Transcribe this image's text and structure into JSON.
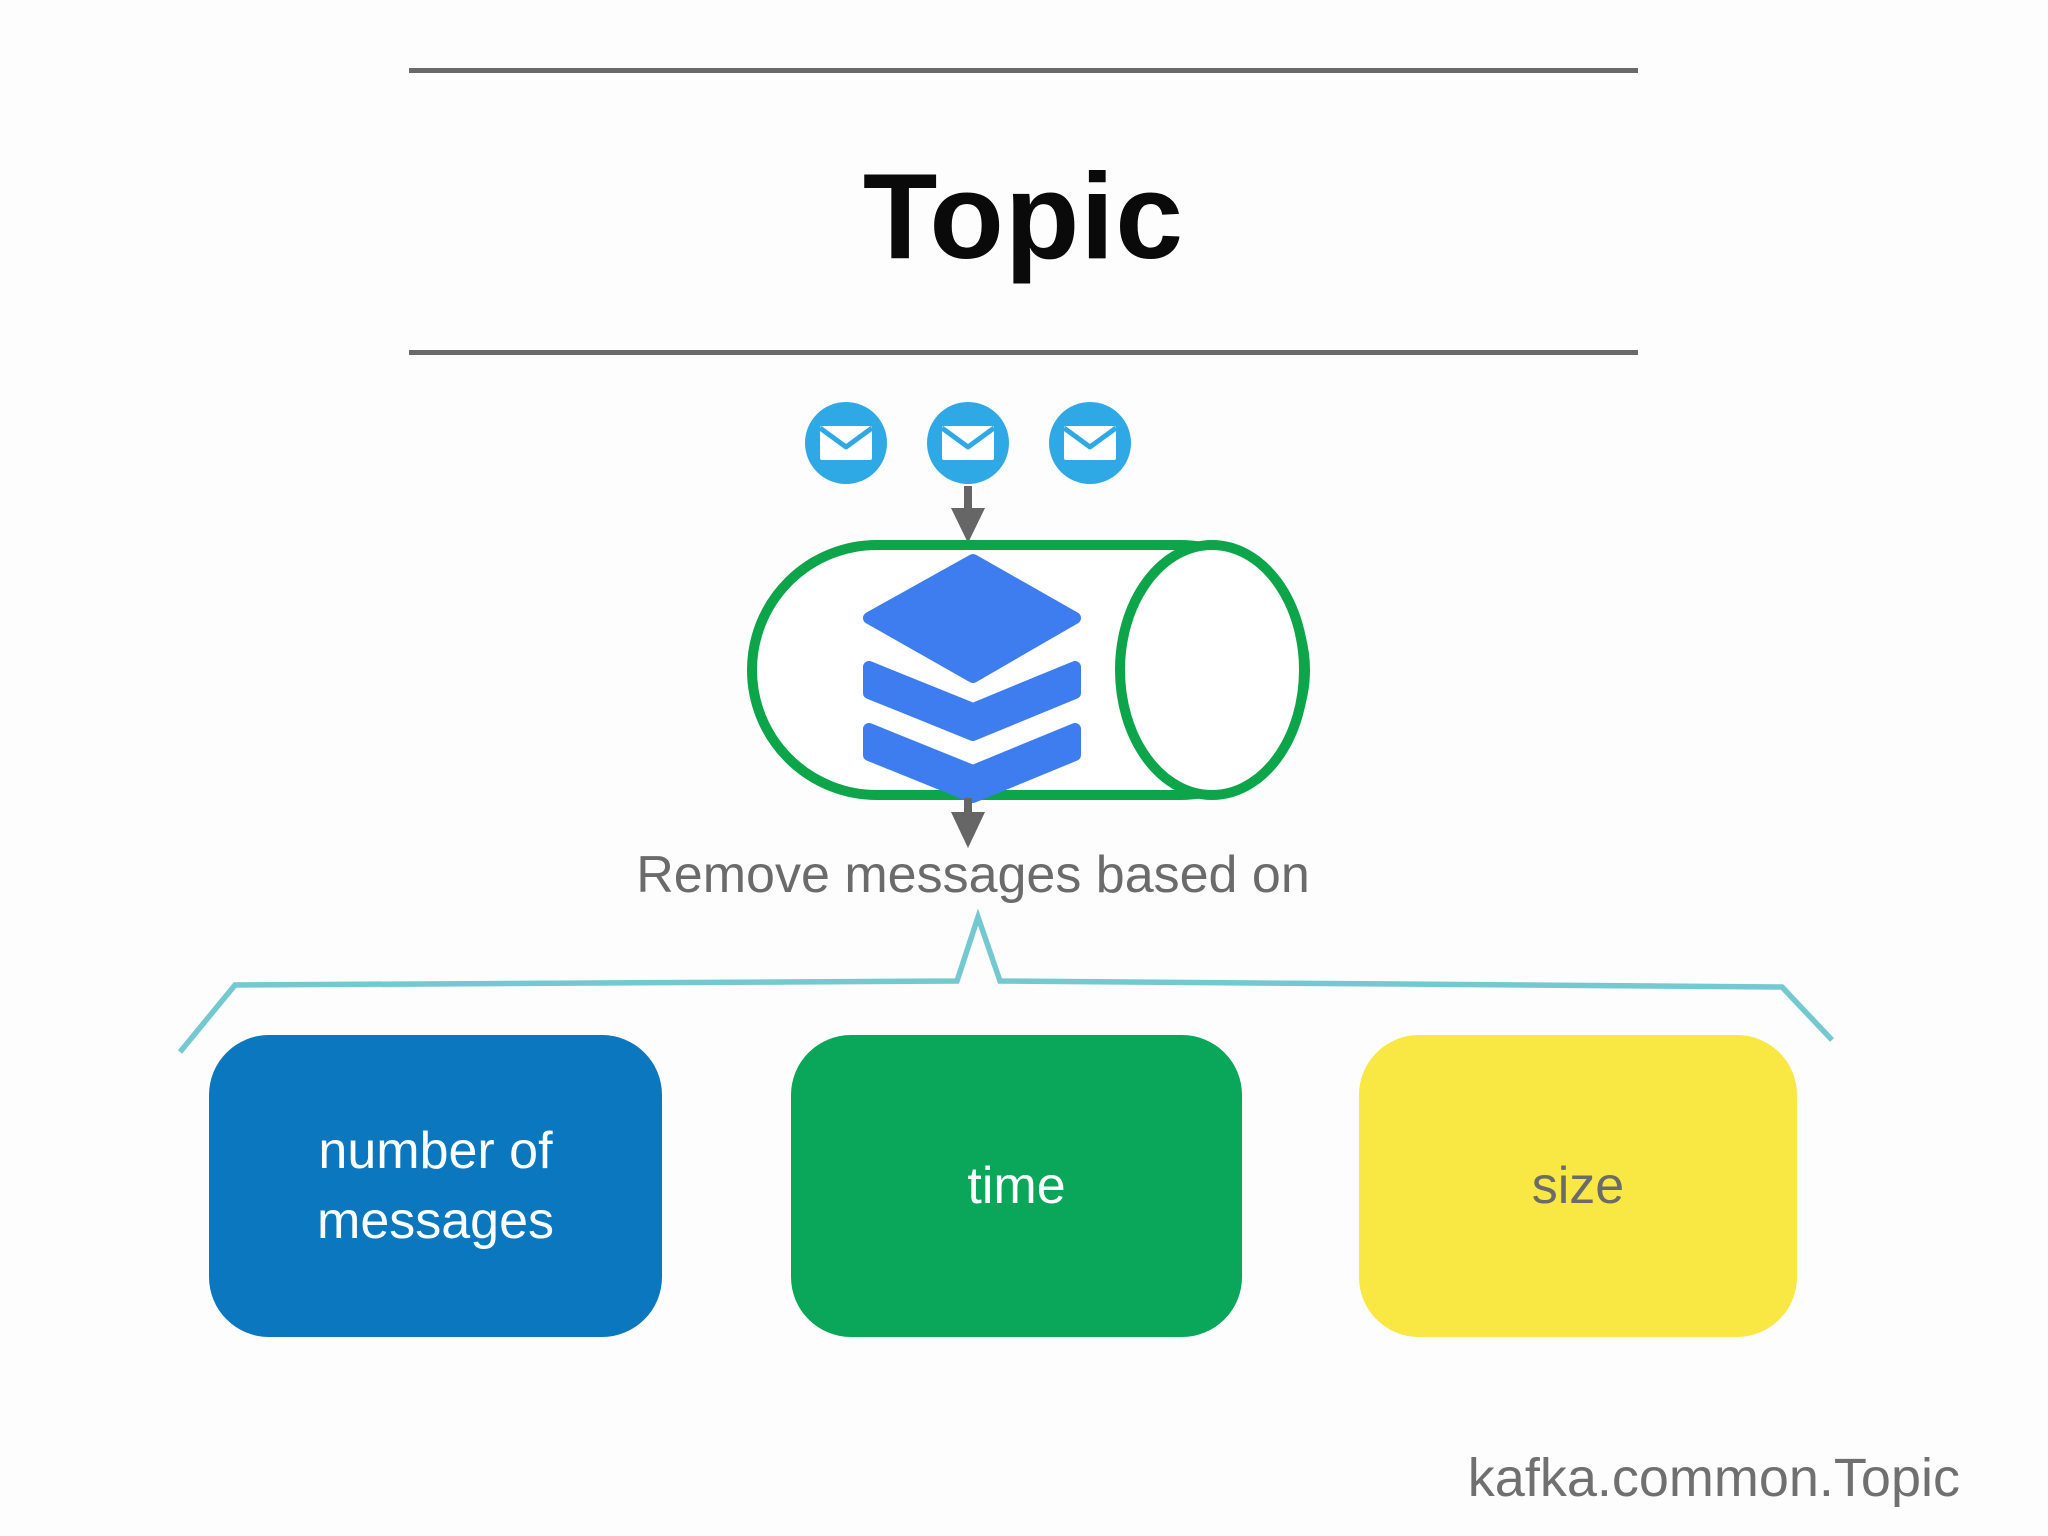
{
  "title": "Topic",
  "flow": {
    "remove_label": "Remove messages based on"
  },
  "criteria_boxes": [
    {
      "label": "number of messages",
      "color": "#0b77be",
      "text_color": "#ffffff"
    },
    {
      "label": "time",
      "color": "#0aa65a",
      "text_color": "#ffffff"
    },
    {
      "label": "size",
      "color": "#f9e843",
      "text_color": "#6b6b6b"
    }
  ],
  "footer": {
    "caption": "kafka.common.Topic"
  },
  "icons": {
    "messages": [
      "envelope-icon",
      "envelope-icon",
      "envelope-icon"
    ],
    "topic_shape": "cylinder",
    "topic_content": "layers-stack-icon",
    "arrows": [
      "down-arrow-icon",
      "down-arrow-icon"
    ],
    "grouping": "curly-brace"
  },
  "colors": {
    "envelope_circle_blue": "#2fa9e6",
    "layers_icon_blue": "#3d7def",
    "cylinder_green": "#0da54a",
    "brace_teal": "#74c9d0",
    "rule_gray": "#6a6a6a",
    "arrow_gray": "#666666",
    "text_gray": "#6b6b6b"
  }
}
